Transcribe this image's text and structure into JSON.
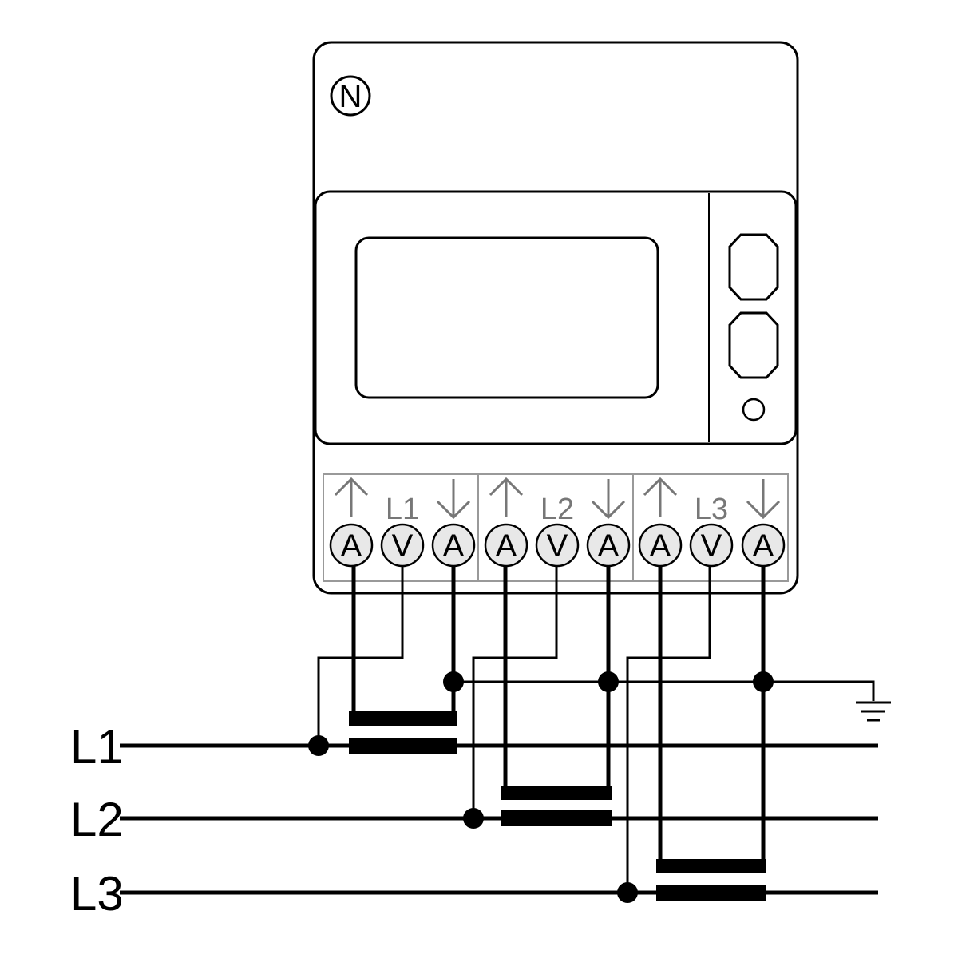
{
  "meter": {
    "neutral_symbol": "N",
    "groups": [
      {
        "phase_label": "L1",
        "terminals": [
          "A",
          "V",
          "A"
        ]
      },
      {
        "phase_label": "L2",
        "terminals": [
          "A",
          "V",
          "A"
        ]
      },
      {
        "phase_label": "L3",
        "terminals": [
          "A",
          "V",
          "A"
        ]
      }
    ]
  },
  "lines": [
    {
      "label": "L1"
    },
    {
      "label": "L2"
    },
    {
      "label": "L3"
    }
  ],
  "colors": {
    "stroke": "#000000",
    "terminal_fill": "#e8e8e8",
    "terminal_block": "#999999",
    "phase_label": "#777777"
  },
  "icons": [
    "ground-icon",
    "arrow-up-icon",
    "arrow-down-icon"
  ]
}
